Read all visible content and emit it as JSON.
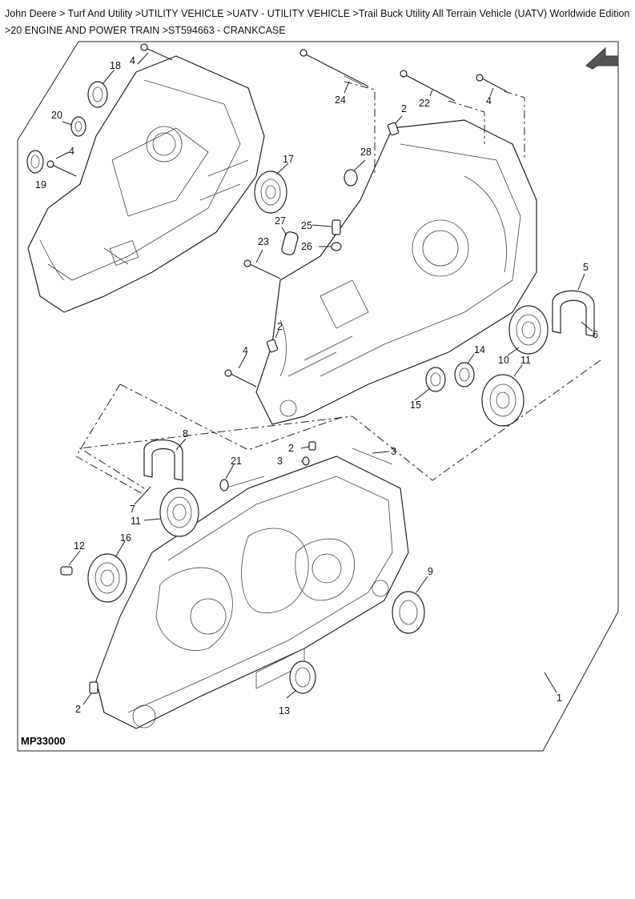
{
  "breadcrumb": {
    "text": "John Deere > Turf And Utility >UTILITY VEHICLE >UATV - UTILITY VEHICLE >Trail Buck Utility All Terrain Vehicle (UATV) Worldwide Edition >20 ENGINE AND POWER TRAIN >ST594663 - CRANKCASE"
  },
  "diagram": {
    "code": "MP33000",
    "callouts": {
      "c1": "1",
      "c2a": "2",
      "c2b": "2",
      "c2c": "2",
      "c2d": "2",
      "c3a": "3",
      "c3b": "3",
      "c4a": "4",
      "c4b": "4",
      "c4c": "4",
      "c4d": "4",
      "c5": "5",
      "c6": "6",
      "c7": "7",
      "c8": "8",
      "c9": "9",
      "c10": "10",
      "c11a": "11",
      "c11b": "11",
      "c12": "12",
      "c13": "13",
      "c14": "14",
      "c15": "15",
      "c16": "16",
      "c17": "17",
      "c18": "18",
      "c19": "19",
      "c20": "20",
      "c21": "21",
      "c22": "22",
      "c23": "23",
      "c24": "24",
      "c25": "25",
      "c26": "26",
      "c27": "27",
      "c28": "28"
    },
    "icons": {
      "nav": "back-arrow-icon"
    }
  }
}
